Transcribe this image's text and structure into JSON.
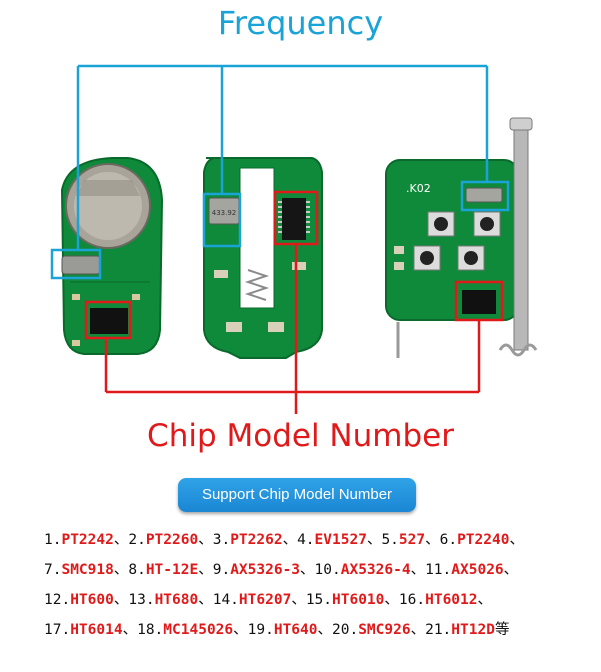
{
  "frequency_label": "Frequency",
  "chip_model_label": "Chip Model Number",
  "support_button_label": "Support Chip Model Number",
  "board_labels": {
    "right_board_code": ".K02",
    "crystal_marking": "433.92"
  },
  "colors": {
    "frequency_blue": "#1aa3d6",
    "chip_red": "#e01a1a",
    "pcb_green": "#0f8a3a",
    "button_blue": "#1f8ed9"
  },
  "chip_models": [
    [
      {
        "num": "1.",
        "model": "PT2242",
        "sep": "、"
      },
      {
        "num": "2.",
        "model": "PT2260",
        "sep": "、"
      },
      {
        "num": "3.",
        "model": "PT2262",
        "sep": "、"
      },
      {
        "num": "4.",
        "model": "EV1527",
        "sep": "、"
      },
      {
        "num": "5.",
        "model": "527",
        "sep": "、"
      },
      {
        "num": "6.",
        "model": "PT2240",
        "sep": "、"
      }
    ],
    [
      {
        "num": "7.",
        "model": "SMC918",
        "sep": "、"
      },
      {
        "num": "8.",
        "model": "HT-12E",
        "sep": "、"
      },
      {
        "num": "9.",
        "model": "AX5326-3",
        "sep": "、"
      },
      {
        "num": "10.",
        "model": "AX5326-4",
        "sep": "、"
      },
      {
        "num": "11.",
        "model": "AX5026",
        "sep": "、"
      }
    ],
    [
      {
        "num": "12.",
        "model": "HT600",
        "sep": "、"
      },
      {
        "num": "13.",
        "model": "HT680",
        "sep": "、"
      },
      {
        "num": "14.",
        "model": "HT6207",
        "sep": "、"
      },
      {
        "num": "15.",
        "model": "HT6010",
        "sep": "、"
      },
      {
        "num": "16.",
        "model": "HT6012",
        "sep": "、"
      }
    ],
    [
      {
        "num": "17.",
        "model": "HT6014",
        "sep": "、"
      },
      {
        "num": "18.",
        "model": "MC145026",
        "sep": "、"
      },
      {
        "num": "19.",
        "model": "HT640",
        "sep": "、"
      },
      {
        "num": "20.",
        "model": "SMC926",
        "sep": "、"
      },
      {
        "num": "21.",
        "model": "HT12D",
        "sep": "等"
      }
    ]
  ]
}
